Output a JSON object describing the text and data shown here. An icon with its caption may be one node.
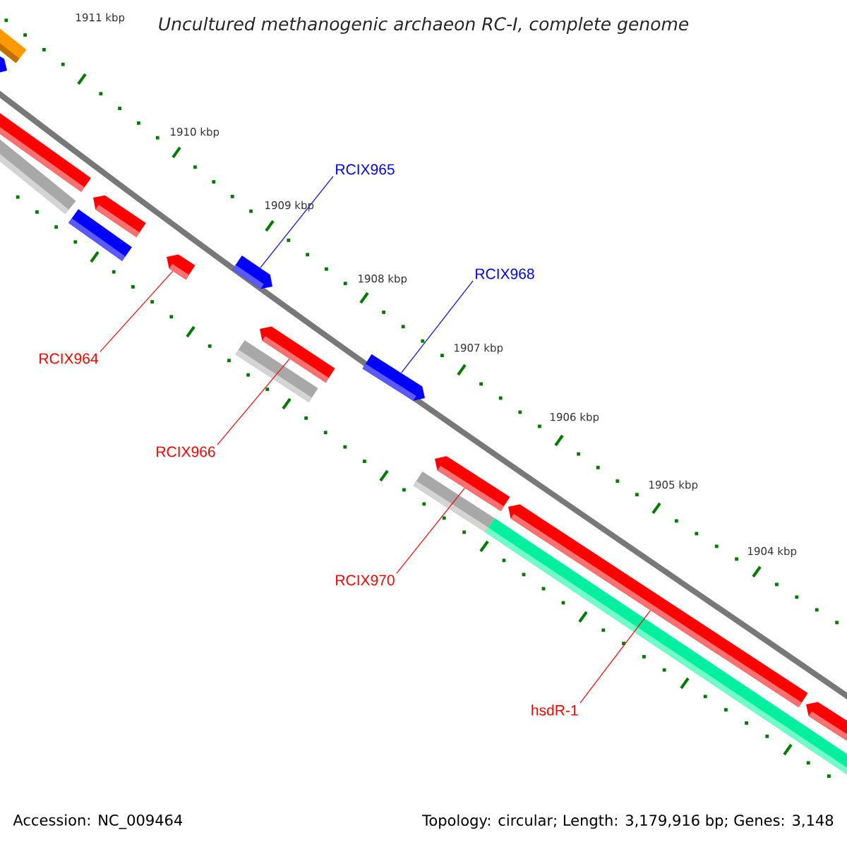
{
  "diagram": {
    "title": "Uncultured methanogenic archaeon RC-I, complete genome",
    "nodes": [
      {
        "text": [
          "RCIX965"
        ]
      },
      {
        "text": [
          "RCIX968"
        ]
      },
      {
        "text": [
          "RCIX964"
        ]
      },
      {
        "text": [
          "RCIX966"
        ]
      },
      {
        "text": [
          "RCIX970"
        ]
      },
      {
        "text": [
          "hsdR-1"
        ]
      },
      {
        "text": [],
        "shape": "bar"
      },
      {
        "text": [],
        "shape": "bar"
      },
      {
        "text": [],
        "shape": "bar"
      },
      {
        "text": [],
        "shape": "bar"
      },
      {
        "text": [],
        "shape": "bar"
      },
      {
        "text": [],
        "shape": "bar"
      },
      {
        "text": [],
        "shape": "bar"
      },
      {
        "text": [],
        "shape": "bar"
      },
      {
        "text": [],
        "shape": "bar"
      },
      {
        "text": [],
        "shape": "bar"
      },
      {
        "text": [],
        "shape": "bar"
      },
      {
        "text": [],
        "shape": "bar"
      },
      {
        "text": [],
        "shape": "bar"
      },
      {
        "text": [],
        "shape": "bar"
      },
      {
        "text": [],
        "shape": "bar"
      },
      {
        "text": [],
        "shape": "bar"
      }
    ],
    "edges": [
      {
        "from": 0,
        "to": 13,
        "arrow": "none",
        "color": "#0000ff"
      },
      {
        "from": 1,
        "to": 16,
        "arrow": "none",
        "color": "#0000ff"
      },
      {
        "from": 2,
        "to": 12,
        "arrow": "none"
      },
      {
        "from": 3,
        "to": 15,
        "arrow": "none"
      },
      {
        "from": 4,
        "to": 18,
        "arrow": "none"
      },
      {
        "from": 5,
        "to": 20,
        "arrow": "none"
      }
    ],
    "labels": [
      "1911 kbp",
      "1910 kbp",
      "1909 kbp",
      "1908 kbp",
      "1907 kbp",
      "1906 kbp",
      "1905 kbp",
      "1904 kbp",
      "Accession: NC_009464",
      "Topology: circular; Length: 3,179,916 bp; Genes: 3,148"
    ]
  }
}
